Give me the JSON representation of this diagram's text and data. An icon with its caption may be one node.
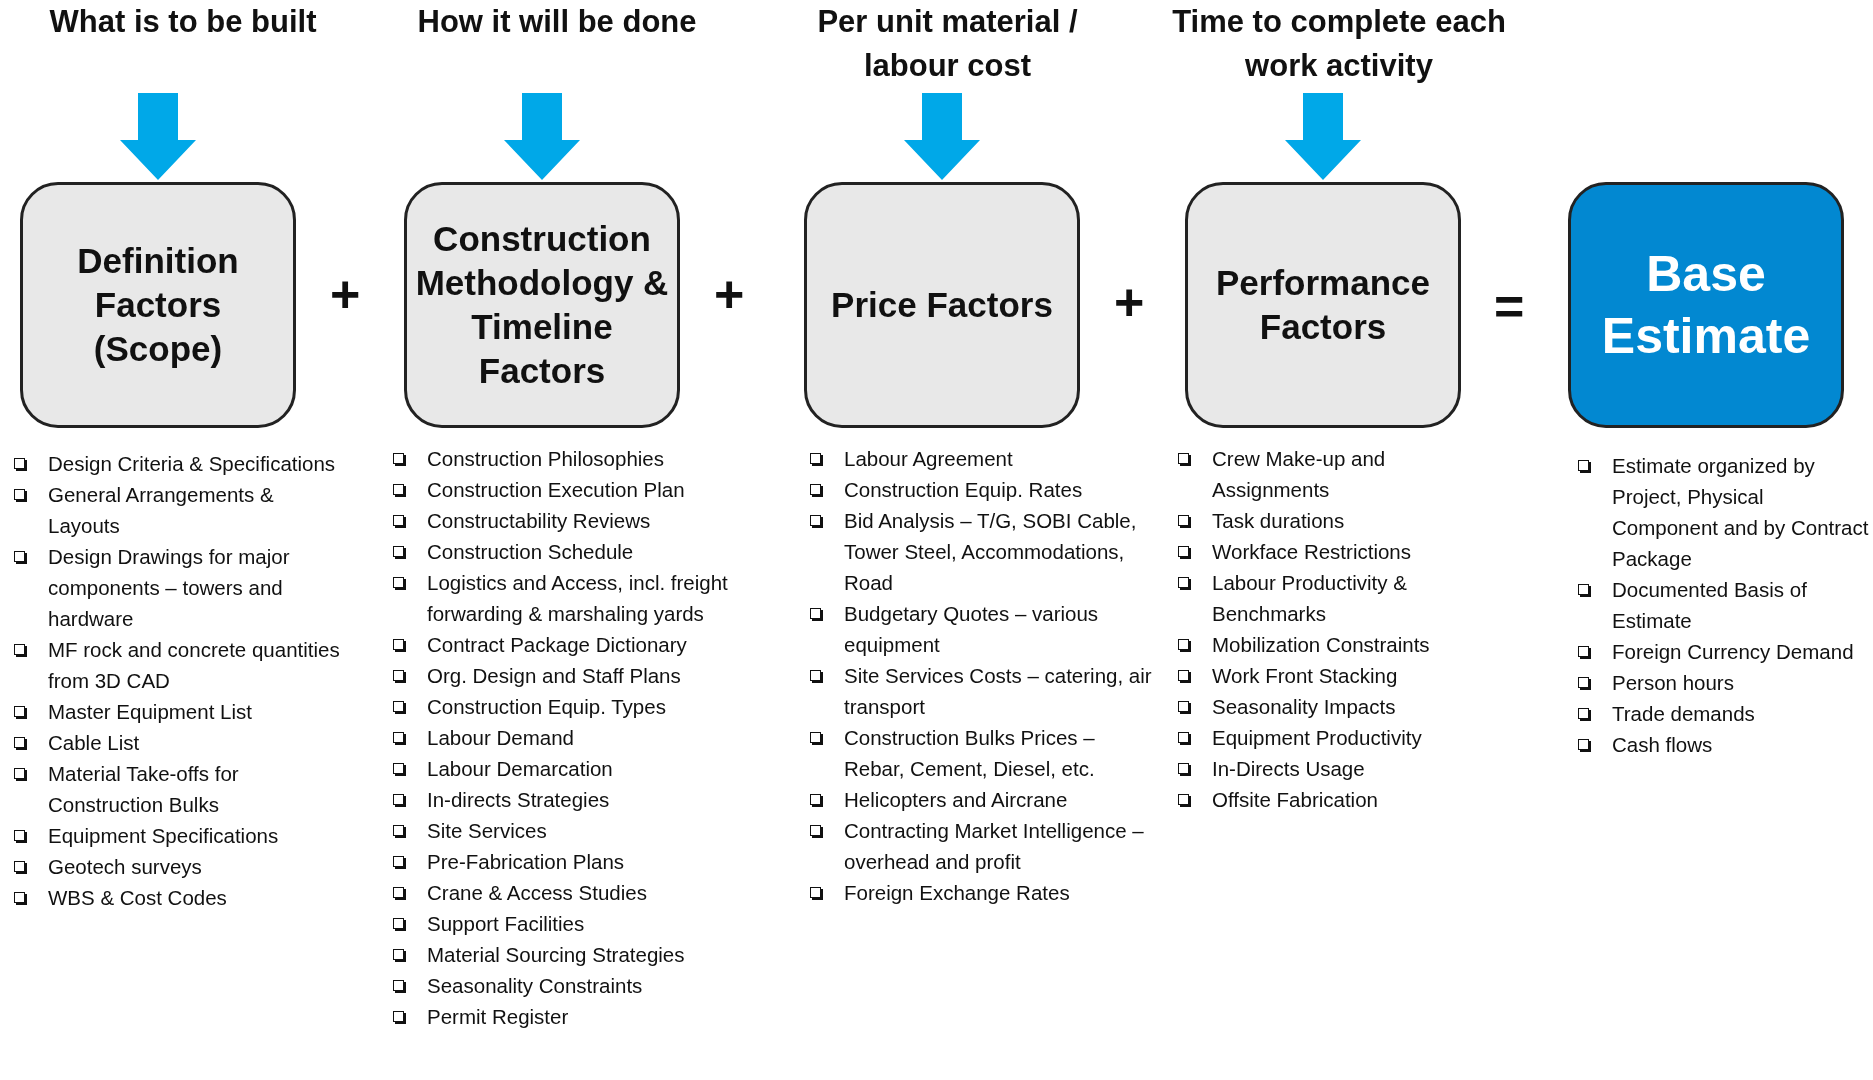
{
  "diagram": {
    "nodes": [
      {
        "text": [
          "What is to be built"
        ]
      },
      {
        "text": [
          "How it will be done"
        ]
      },
      {
        "text": [
          "Per unit material / labour cost"
        ]
      },
      {
        "text": [
          "Time to complete each work activity"
        ]
      },
      {
        "text": [
          "Definition Factors (Scope)"
        ],
        "beside": [
          "Design Criteria & Specifications",
          "General Arrangements & Layouts",
          "Design Drawings for major components – towers and hardware",
          "MF rock and concrete quantities from 3D CAD",
          "Master Equipment List",
          "Cable List",
          "Material Take-offs for Construction Bulks",
          "Equipment Specifications",
          "Geotech surveys",
          "WBS & Cost Codes"
        ]
      },
      {
        "text": [
          "Construction Methodology & Timeline Factors"
        ],
        "beside": [
          "Construction Philosophies",
          "Construction Execution Plan",
          "Constructability Reviews",
          "Construction Schedule",
          "Logistics and Access, incl. freight forwarding & marshaling yards",
          "Contract Package Dictionary",
          "Org. Design and Staff Plans",
          "Construction Equip. Types",
          "Labour Demand",
          "Labour Demarcation",
          "In-directs Strategies",
          "Site Services",
          "Pre-Fabrication Plans",
          "Crane & Access Studies",
          "Support Facilities",
          "Material Sourcing Strategies",
          "Seasonality Constraints",
          "Permit Register"
        ]
      },
      {
        "text": [
          "Price Factors"
        ],
        "beside": [
          "Labour Agreement",
          "Construction Equip. Rates",
          "Bid Analysis – T/G, SOBI Cable, Tower Steel, Accommodations, Road",
          "Budgetary Quotes – various equipment",
          "Site Services Costs – catering, air transport",
          "Construction Bulks Prices – Rebar, Cement, Diesel, etc.",
          "Helicopters and Aircrane",
          "Contracting Market Intelligence – overhead and profit",
          "Foreign Exchange Rates"
        ]
      },
      {
        "text": [
          "Performance Factors"
        ],
        "beside": [
          "Crew Make-up and Assignments",
          "Task durations",
          "Workface Restrictions",
          "Labour Productivity & Benchmarks",
          "Mobilization Constraints",
          "Work Front Stacking",
          "Seasonality Impacts",
          "Equipment Productivity",
          "In-Directs Usage",
          "Offsite Fabrication"
        ]
      },
      {
        "text": [
          "Base Estimate"
        ],
        "beside": [
          "Estimate organized by Project, Physical Component and by Contract Package",
          "Documented Basis of Estimate",
          "Foreign Currency Demand",
          "Person hours",
          "Trade demands",
          "Cash flows"
        ]
      }
    ],
    "edges": [
      {
        "from": 0,
        "to": 4,
        "arrow": "to",
        "style": "thick",
        "color": "#00a8e8"
      },
      {
        "from": 1,
        "to": 5,
        "arrow": "to",
        "style": "thick",
        "color": "#00a8e8"
      },
      {
        "from": 2,
        "to": 6,
        "arrow": "to",
        "style": "thick",
        "color": "#00a8e8"
      },
      {
        "from": 3,
        "to": 7,
        "arrow": "to",
        "style": "thick",
        "color": "#00a8e8"
      }
    ],
    "labels": [
      "+",
      "+",
      "+",
      "="
    ]
  }
}
